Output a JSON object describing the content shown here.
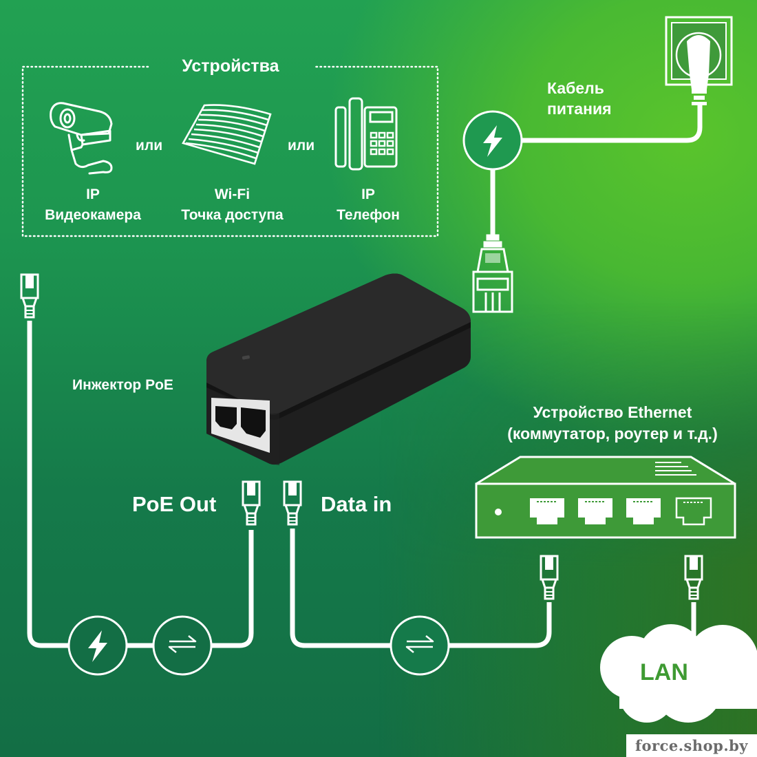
{
  "devices": {
    "title": "Устройства",
    "separator": "или",
    "items": [
      {
        "icon": "ip-camera-icon",
        "line1": "IP",
        "line2": "Видеокамера"
      },
      {
        "icon": "wifi-access-point-icon",
        "line1": "Wi-Fi",
        "line2": "Точка доступа"
      },
      {
        "icon": "ip-phone-icon",
        "line1": "IP",
        "line2": "Телефон"
      }
    ]
  },
  "power_cable": {
    "line1": "Кабель",
    "line2": "питания",
    "icon": "power-plug-socket-icon"
  },
  "injector": {
    "label": "Инжектор PoE"
  },
  "ports": {
    "poe_out": "PoE Out",
    "data_in": "Data in"
  },
  "ethernet_device": {
    "line1": "Устройство Ethernet",
    "line2": "(коммутатор, роутер и т.д.)"
  },
  "lan": {
    "label": "LAN"
  },
  "watermark": "force.shop.by",
  "colors": {
    "bg_top": "#22a152",
    "bg_bottom": "#136e45",
    "bg_right": "#5ac42c",
    "lan_text": "#3e9a32",
    "line": "#ffffff",
    "device_body": "#1e1e1e"
  }
}
